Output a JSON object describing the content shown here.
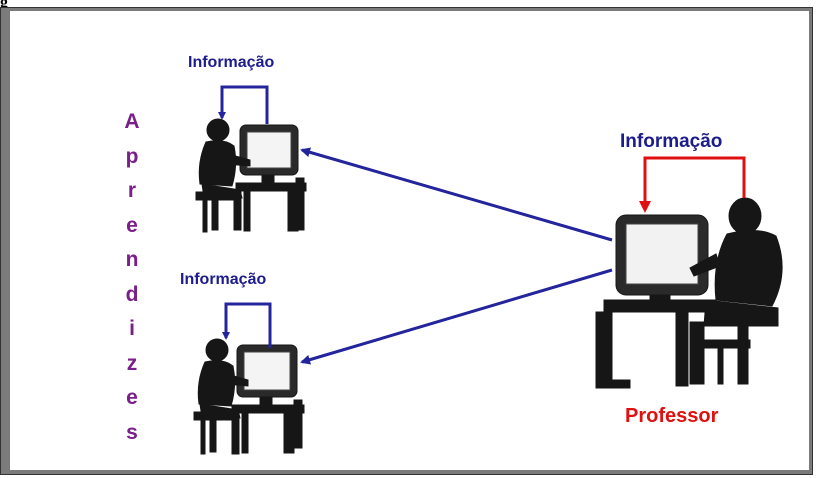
{
  "caption_prefix": "g",
  "labels": {
    "info_top_left": "Informação",
    "info_bottom_left": "Informação",
    "info_right": "Informação",
    "professor": "Professor"
  },
  "vertical_word_letters": [
    "A",
    "p",
    "r",
    "e",
    "n",
    "d",
    "i",
    "z",
    "e",
    "s"
  ],
  "colors": {
    "frame_gray": "#7b7b7b",
    "info_blue": "#1c1c8c",
    "professor_red": "#e01010",
    "vertical_purple": "#7a1e8a",
    "arrow_blue": "#24249c"
  }
}
